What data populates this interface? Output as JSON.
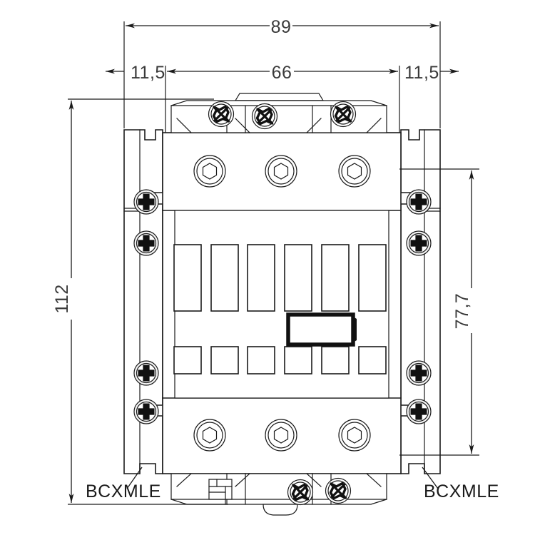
{
  "drawing": {
    "title": "Contactor outline dimension drawing",
    "units": "mm",
    "view": "front elevation",
    "line_color": "#1a1a1a",
    "background_color": "#ffffff"
  },
  "dimensions": {
    "overall_width": "89",
    "left_margin": "11,5",
    "inner_width": "66",
    "right_margin": "11,5",
    "overall_height": "112",
    "mounting_height": "77,7"
  },
  "labels": {
    "left_part": "BCXMLE",
    "right_part": "BCXMLE"
  },
  "components": {
    "top_terminal_screws": 3,
    "top_hex_terminals": 3,
    "bottom_hex_terminals": 3,
    "bottom_terminal_screws": 2,
    "left_rail_screws": 4,
    "right_rail_screws": 4,
    "ventilation_slots_tall": 6,
    "ventilation_slots_short": 6,
    "nameplate_count": 1
  },
  "icons": {
    "hex_socket": "hex-socket-terminal-icon",
    "cross_screw": "phillips-screw-icon",
    "pinwheel_screw": "pinwheel-screw-icon",
    "arrow": "dimension-arrow-icon"
  }
}
